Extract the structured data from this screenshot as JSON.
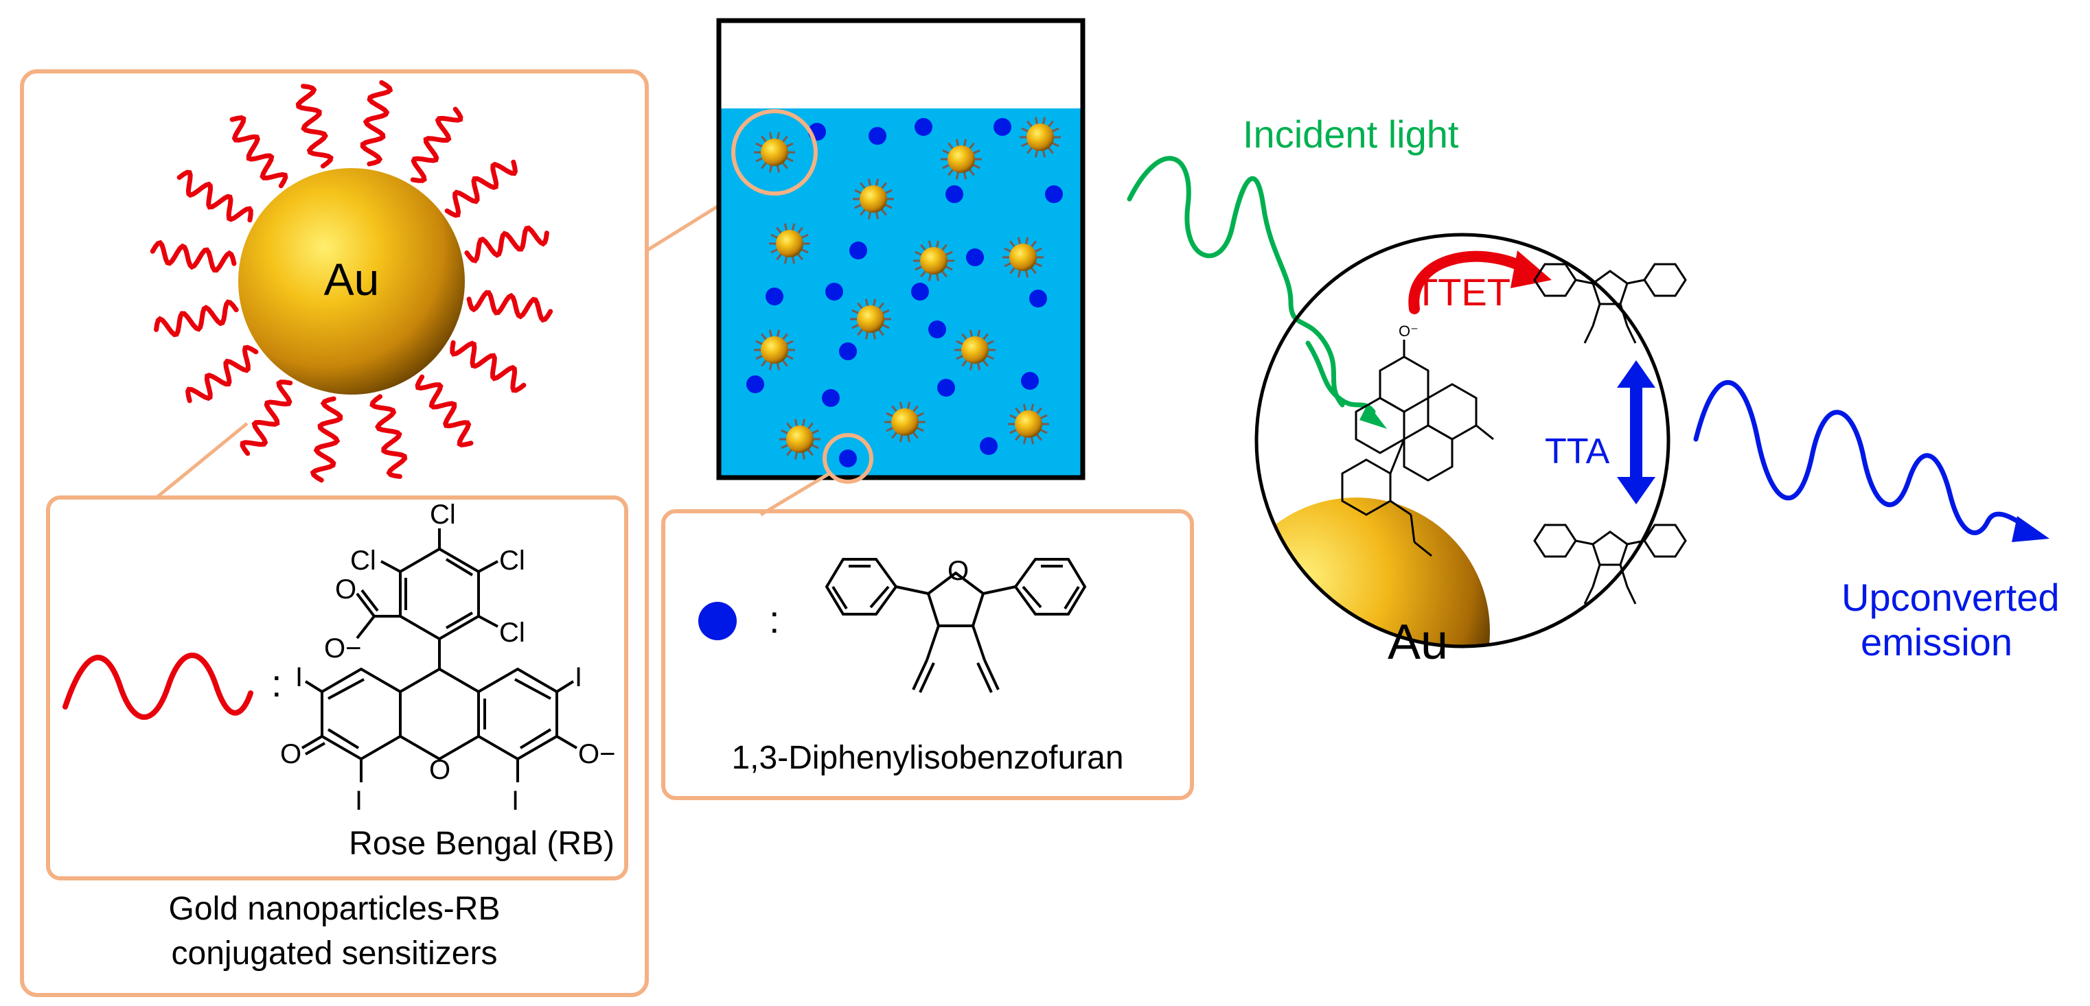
{
  "colors": {
    "box_border": "#f4b183",
    "liquid": "#00b4ef",
    "gold_light": "#ffd966",
    "gold_dark": "#7a5200",
    "ligand": "#e8000b",
    "dye_dot": "#0018e6",
    "green_arrow": "#00b050",
    "blue": "#0018e6",
    "red": "#e8000b"
  },
  "panel_left": {
    "au_label": "Au",
    "caption_line1": "Gold nanoparticles-RB",
    "caption_line2": "conjugated sensitizers"
  },
  "rb_box": {
    "colon": ":",
    "name": "Rose Bengal (RB)",
    "atoms": [
      "Cl",
      "Cl",
      "Cl",
      "Cl",
      "O",
      "O−",
      "I",
      "I",
      "I",
      "I",
      "O",
      "O",
      "O−"
    ]
  },
  "dpbf_box": {
    "colon": ":",
    "name": "1,3-Diphenylisobenzofuran",
    "atom_o": "O"
  },
  "right_panel": {
    "incident": "Incident light",
    "ttet": "TTET",
    "tta": "TTA",
    "au_label": "Au",
    "emission_line1": "Upconverted",
    "emission_line2": "emission"
  }
}
